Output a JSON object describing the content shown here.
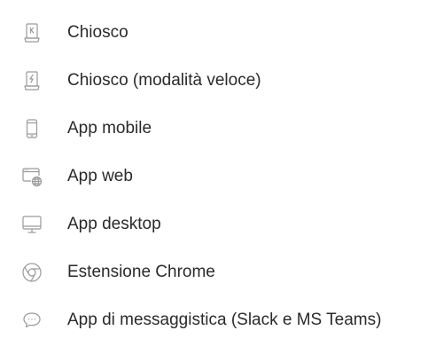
{
  "colors": {
    "text": "#2a2a2a",
    "icon": "#9a9a9a"
  },
  "items": [
    {
      "label": "Chiosco",
      "icon": "kiosk-icon"
    },
    {
      "label": "Chiosco (modalità veloce)",
      "icon": "kiosk-fast-icon"
    },
    {
      "label": "App mobile",
      "icon": "mobile-icon"
    },
    {
      "label": "App web",
      "icon": "web-icon"
    },
    {
      "label": "App desktop",
      "icon": "desktop-icon"
    },
    {
      "label": "Estensione Chrome",
      "icon": "chrome-icon"
    },
    {
      "label": "App di messaggistica (Slack e MS Teams)",
      "icon": "chat-icon"
    }
  ]
}
